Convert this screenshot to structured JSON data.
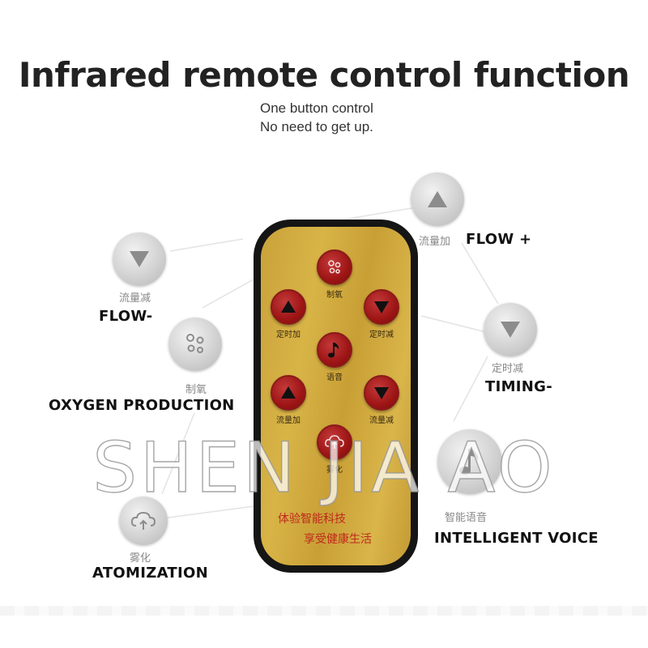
{
  "header": {
    "title": "Infrared remote control function",
    "subtitle_line1": "One button control",
    "subtitle_line2": "No need to get up."
  },
  "remote": {
    "buttons": [
      {
        "id": "oxygen",
        "label": "制氧",
        "icon": "bubbles-icon"
      },
      {
        "id": "timer-up",
        "label": "定时加",
        "icon": "triangle-up-icon"
      },
      {
        "id": "timer-down",
        "label": "定时减",
        "icon": "triangle-down-icon"
      },
      {
        "id": "voice",
        "label": "语音",
        "icon": "music-note-icon"
      },
      {
        "id": "flow-up",
        "label": "流量加",
        "icon": "triangle-up-icon"
      },
      {
        "id": "flow-down",
        "label": "流量减",
        "icon": "triangle-down-icon"
      },
      {
        "id": "atomize",
        "label": "雾化",
        "icon": "cloud-upload-icon"
      }
    ],
    "slogan_line1": "体验智能科技",
    "slogan_line2": "享受健康生活",
    "colors": {
      "body": "#151515",
      "face": "#d2ad42",
      "button": "#a31818",
      "slogan": "#c0281e"
    }
  },
  "features": {
    "flow_up": {
      "cn": "流量加",
      "en": "FLOW +"
    },
    "flow_down": {
      "cn": "流量减",
      "en": "FLOW-"
    },
    "oxygen": {
      "cn": "制氧",
      "en": "OXYGEN PRODUCTION"
    },
    "timing_down": {
      "cn": "定时减",
      "en": "TIMING-"
    },
    "voice": {
      "cn": "智能语音",
      "en": "INTELLIGENT VOICE"
    },
    "atomization": {
      "cn": "雾化",
      "en": "ATOMIZATION"
    }
  },
  "watermark": "SHEN JIA AO"
}
